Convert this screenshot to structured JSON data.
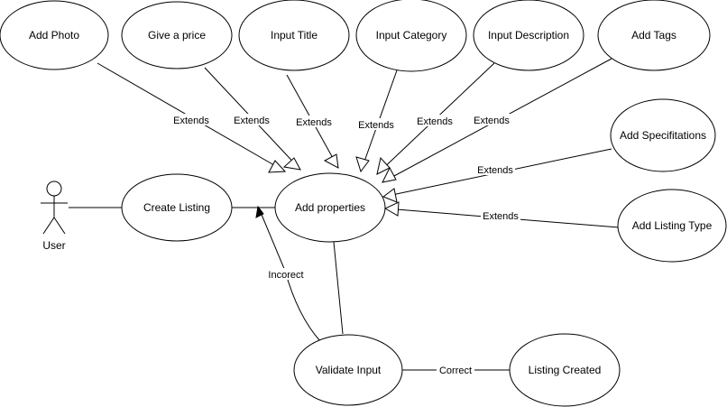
{
  "actor": {
    "label": "User"
  },
  "use_cases": {
    "add_photo": "Add Photo",
    "give_price": "Give a price",
    "input_title": "Input Title",
    "input_category": "Input Category",
    "input_description": "Input Description",
    "add_tags": "Add Tags",
    "add_specifications": "Add Specifitations",
    "add_listing_type": "Add Listing Type",
    "create_listing": "Create Listing",
    "add_properties": "Add properties",
    "validate_input": "Validate Input",
    "listing_created": "Listing Created"
  },
  "edges": {
    "extends_label": "Extends",
    "incorrect_label": "Incorect",
    "correct_label": "Correct"
  }
}
